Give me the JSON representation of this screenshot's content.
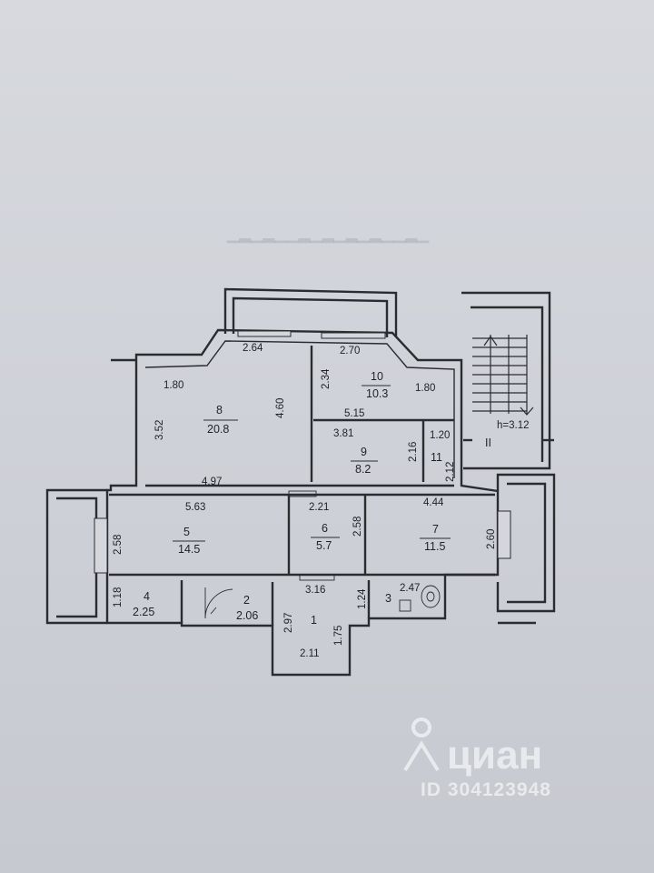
{
  "plan": {
    "rooms": [
      {
        "id": "8",
        "number": "8",
        "area": "20.8"
      },
      {
        "id": "10",
        "number": "10",
        "area": "10.3"
      },
      {
        "id": "9",
        "number": "9",
        "area": "8.2"
      },
      {
        "id": "11",
        "number": "11"
      },
      {
        "id": "5",
        "number": "5",
        "area": "14.5"
      },
      {
        "id": "6",
        "number": "6",
        "area": "5.7"
      },
      {
        "id": "7",
        "number": "7",
        "area": "11.5"
      },
      {
        "id": "4",
        "number": "4",
        "area": "2.25"
      },
      {
        "id": "2",
        "number": "2",
        "area": "2.06"
      },
      {
        "id": "1",
        "number": "1"
      },
      {
        "id": "3",
        "number": "3"
      }
    ],
    "dimensions": [
      "2.64",
      "2.70",
      "1.80",
      "2.34",
      "4.60",
      "1.80",
      "3.52",
      "5.15",
      "3.81",
      "1.20",
      "2.16",
      "2.12",
      "4.97",
      "5.63",
      "2.21",
      "4.44",
      "2.58",
      "2.58",
      "2.60",
      "3.16",
      "2.47",
      "1.24",
      "1.18",
      "2.97",
      "1.75",
      "2.11"
    ],
    "stair": {
      "height": "h=3.12",
      "section": "II"
    }
  },
  "watermark": {
    "brand": "циан",
    "id": "ID 304123948"
  },
  "colors": {
    "paper": "#d3d5da",
    "ink": "#2a2c30"
  }
}
